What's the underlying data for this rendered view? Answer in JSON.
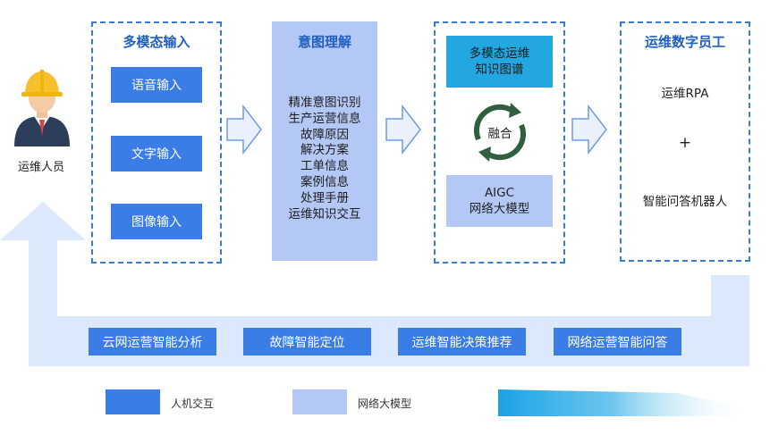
{
  "person": {
    "label": "运维人员"
  },
  "input_panel": {
    "title": "多模态输入",
    "items": [
      "语音输入",
      "文字输入",
      "图像输入"
    ]
  },
  "intent_panel": {
    "title": "意图理解",
    "items": [
      "精准意图识别",
      "生产运营信息",
      "故障原因",
      "解决方案",
      "工单信息",
      "案例信息",
      "处理手册",
      "运维知识交互"
    ]
  },
  "fusion_panel": {
    "kg_line1": "多模态运维",
    "kg_line2": "知识图谱",
    "fusion_label": "融合",
    "llm_line1": "AIGC",
    "llm_line2": "网络大模型"
  },
  "worker_panel": {
    "title": "运维数字员工",
    "item1": "运维RPA",
    "plus": "+",
    "item2": "智能问答机器人"
  },
  "capabilities": [
    "云网运营智能分析",
    "故障智能定位",
    "运维智能决策推荐",
    "网络运营智能问答"
  ],
  "legend": {
    "items": [
      {
        "label": "人机交互",
        "color": "#3b7de6"
      },
      {
        "label": "网络大模型",
        "color": "#b4c8f5"
      }
    ]
  },
  "colors": {
    "accent": "#3b7de6",
    "light": "#b4c8f5",
    "band": "#dce8fb",
    "fusion_box": "#23a7e0",
    "cycle": "#2f5f3f"
  }
}
